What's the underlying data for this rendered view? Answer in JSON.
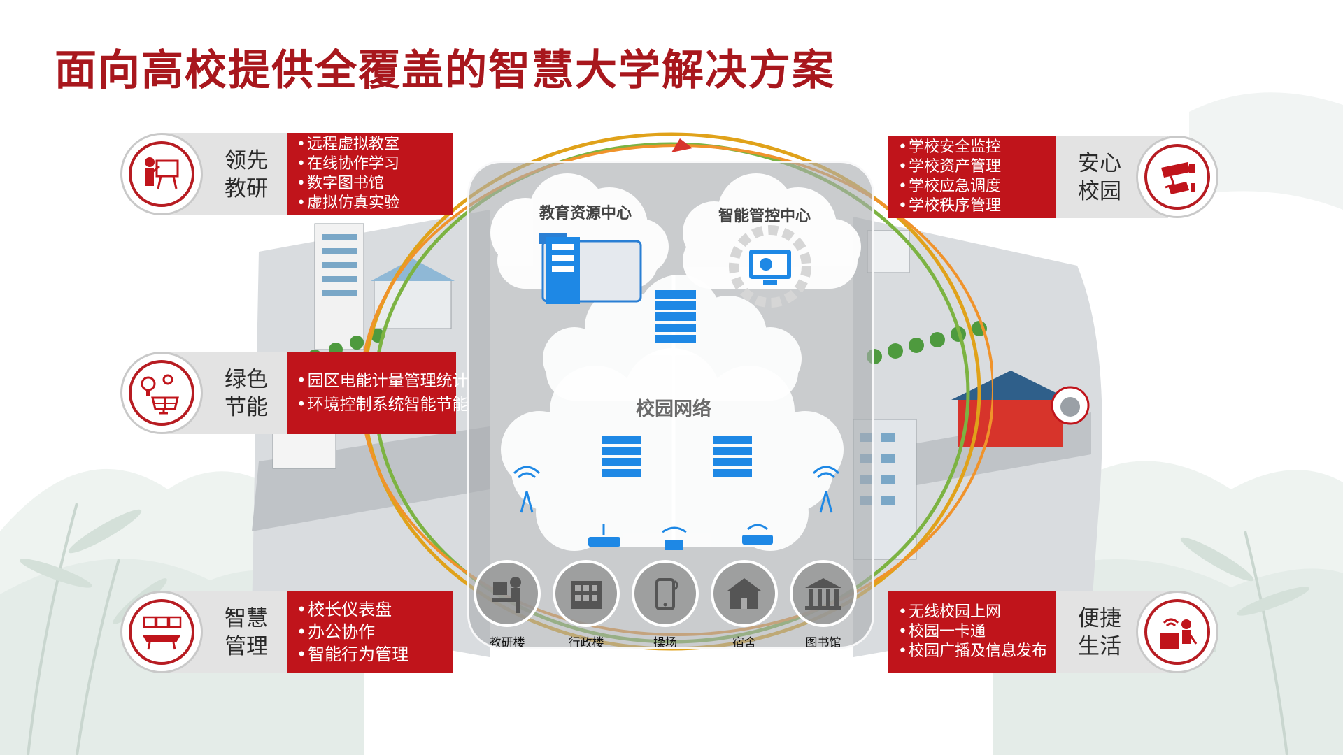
{
  "title": "面向高校提供全覆盖的智慧大学解决方案",
  "center": {
    "cloud_left_label": "教育资源中心",
    "cloud_right_label": "智能管控中心",
    "network_label": "校园网络",
    "buildings": [
      {
        "label": "教研楼",
        "icon": "teacher-desk-icon"
      },
      {
        "label": "行政楼",
        "icon": "office-building-icon"
      },
      {
        "label": "操场",
        "icon": "phone-signal-icon"
      },
      {
        "label": "宿舍",
        "icon": "dormitory-icon"
      },
      {
        "label": "图书馆",
        "icon": "library-icon"
      }
    ]
  },
  "features": {
    "teaching": {
      "name_line1": "领先",
      "name_line2": "教研",
      "icon": "teacher-board-icon",
      "items": [
        "远程虚拟教室",
        "在线协作学习",
        "数字图书馆",
        "虚拟仿真实验"
      ]
    },
    "energy": {
      "name_line1": "绿色",
      "name_line2": "节能",
      "icon": "solar-bulb-icon",
      "items": [
        "园区电能计量管理统计",
        "环境控制系统智能节能"
      ]
    },
    "management": {
      "name_line1": "智慧",
      "name_line2": "管理",
      "icon": "video-meeting-icon",
      "items": [
        "校长仪表盘",
        "办公协作",
        "智能行为管理"
      ]
    },
    "safety": {
      "name_line1": "安心",
      "name_line2": "校园",
      "icon": "security-camera-icon",
      "items": [
        "学校安全监控",
        "学校资产管理",
        "学校应急调度",
        "学校秩序管理"
      ]
    },
    "life": {
      "name_line1": "便捷",
      "name_line2": "生活",
      "icon": "wifi-desk-icon",
      "items": [
        "无线校园上网",
        "校园一卡通",
        "校园广播及信息发布"
      ]
    }
  },
  "colors": {
    "brand_red": "#c0141b",
    "title_red": "#a8171d",
    "ring_green": "#7cb342",
    "ring_orange": "#f0932b",
    "network_blue": "#1e88e5"
  }
}
